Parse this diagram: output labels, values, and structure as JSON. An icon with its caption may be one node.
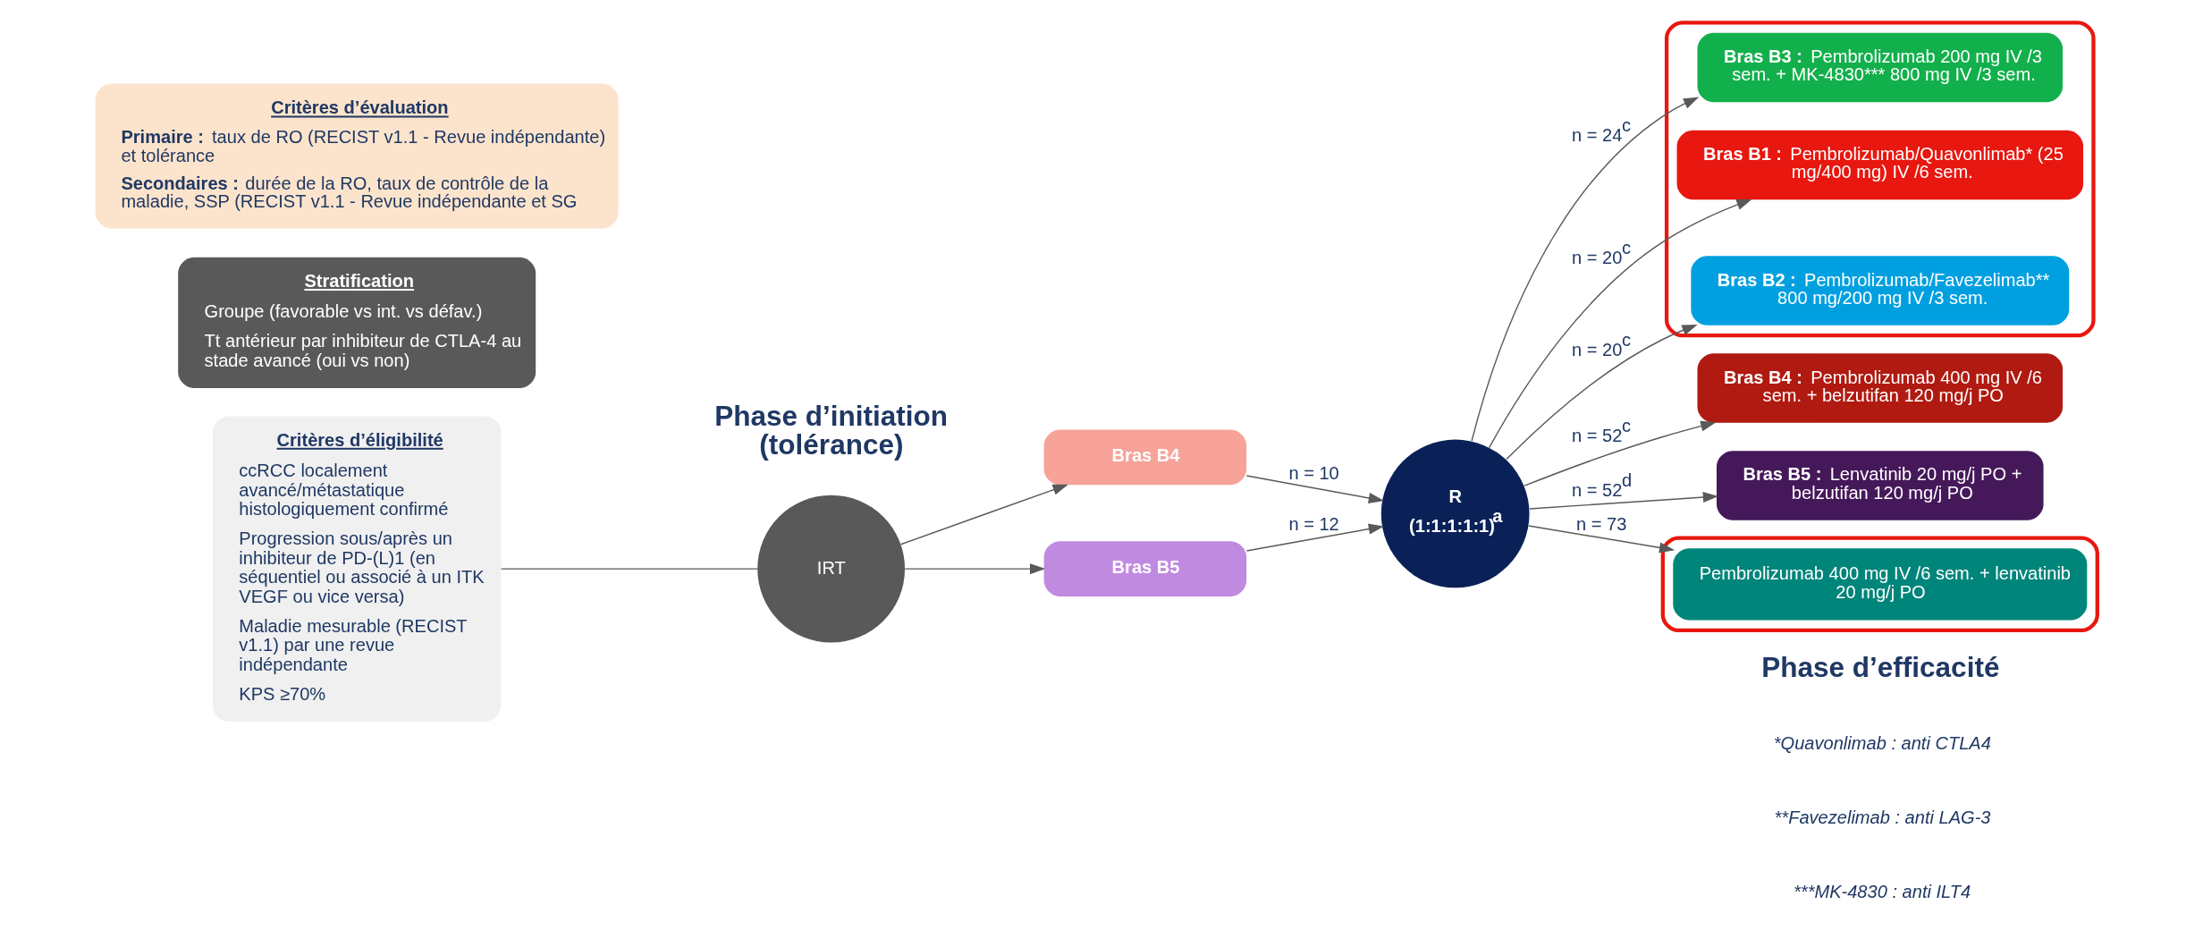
{
  "diagram": {
    "nodes": [
      {
        "text": [
          "Critères d’éligibilité",
          "ccRCC localement avancé/métastatique histologiquement confirmé",
          "Progression sous/après un inhibiteur de PD-(L)1 (en séquentiel ou associé à un ITK VEGF ou vice versa)",
          "Maladie mesurable (RECIST v1.1) par une revue indépendante",
          "KPS ≥70%"
        ]
      },
      {
        "text": [
          "IRT"
        ]
      },
      {
        "text": [
          "Bras B4"
        ]
      },
      {
        "text": [
          "Bras B5"
        ]
      },
      {
        "text": [
          "R",
          "(1:1:1:1:1)$^{a}$"
        ]
      },
      {
        "text": [],
        "shape": "box"
      },
      {
        "text": [
          "**Bras B1 :** Pembrolizumab/Quavonlimab* (25 mg/400 mg) IV /6 sem."
        ],
        "in": 5
      },
      {
        "text": [
          "**Bras B2 :** Pembrolizumab/Favezelimab** 800 mg/200 mg IV /3 sem."
        ],
        "in": 5
      },
      {
        "text": [
          "**Bras B3 :** Pembrolizumab 200 mg IV /3 sem. + MK-4830*** 800 mg IV /3 sem."
        ],
        "in": 5
      },
      {
        "text": [
          "**Bras B4 :** Pembrolizumab 400 mg IV /6 sem. + belzutifan 120 mg/j PO"
        ]
      },
      {
        "text": [
          "**Bras B5 :** Lenvatinib 20 mg/j PO + belzutifan 120 mg/j PO"
        ]
      },
      {
        "text": [],
        "shape": "box"
      },
      {
        "text": [
          "Pembrolizumab 400 mg IV /6 sem. + lenvatinib 20 mg/j PO"
        ],
        "in": 11
      },
      {
        "text": [
          "Stratification",
          "Groupe (favorable vs int. vs défav.)",
          "Tt antérieur par inhibiteur de CTLA-4 au stade avancé (oui vs non)"
        ]
      },
      {
        "text": [
          "Critères d’évaluation",
          "**Primaire :** taux de RO (RECIST v1.1 - Revue indépendante) et tolérance",
          "**Secondaires :** durée de la RO, taux de contrôle de la maladie, SSP (RECIST v1.1 - Revue indépendante et SG"
        ]
      }
    ],
    "edges": [
      {
        "from": 0,
        "to": 1,
        "arrow": "none"
      },
      {
        "from": 1,
        "to": 2,
        "arrow": "to"
      },
      {
        "from": 1,
        "to": 3,
        "arrow": "to"
      },
      {
        "from": 2,
        "to": 4,
        "arrow": "to",
        "label": "n = 10"
      },
      {
        "from": 3,
        "to": 4,
        "arrow": "to",
        "label": "n = 12"
      },
      {
        "from": 4,
        "to": 6,
        "arrow": "to",
        "label": "n = 20$^{c}$"
      },
      {
        "from": 4,
        "to": 7,
        "arrow": "to",
        "label": "n = 20$^{c}$"
      },
      {
        "from": 4,
        "to": 8,
        "arrow": "to",
        "label": "n = 24$^{c}$"
      },
      {
        "from": 4,
        "to": 9,
        "arrow": "to",
        "label": "n = 52$^{c}$"
      },
      {
        "from": 4,
        "to": 10,
        "arrow": "to",
        "label": "n = 52$^{d}$"
      },
      {
        "from": 4,
        "to": 12,
        "arrow": "to",
        "label": "n = 73"
      }
    ],
    "labels": [
      "Phase d’initiation (tolérance)",
      "Phase d’efficacité",
      "*Quavonlimab : anti CTLA4",
      "**Favezelimab : anti LAG-3",
      "***MK-4830 : anti ILT4"
    ]
  }
}
